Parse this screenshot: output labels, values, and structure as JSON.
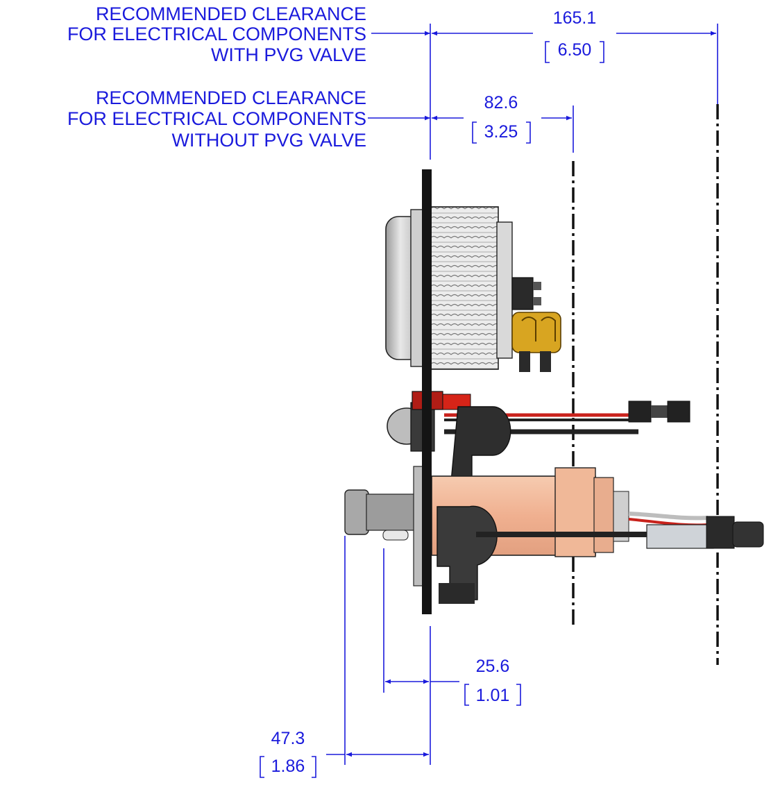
{
  "colors": {
    "dimension": "#1a1adc",
    "outline": "#111111",
    "body_gray": "#d6d6d6",
    "connector_yellow": "#d8a521",
    "valve_body": "#f0b898",
    "wire_red": "#c8221c",
    "accent_red": "#d62418"
  },
  "notes": {
    "with_pvg": {
      "line1": "RECOMMENDED CLEARANCE",
      "line2": "FOR ELECTRICAL COMPONENTS",
      "line3": "WITH PVG VALVE"
    },
    "without_pvg": {
      "line1": "RECOMMENDED CLEARANCE",
      "line2": "FOR ELECTRICAL COMPONENTS",
      "line3": "WITHOUT PVG VALVE"
    }
  },
  "dimensions": {
    "with_pvg": {
      "mm": "165.1",
      "inch": "6.50"
    },
    "without_pvg": {
      "mm": "82.6",
      "inch": "3.25"
    },
    "front_short": {
      "mm": "25.6",
      "inch": "1.01"
    },
    "front_long": {
      "mm": "47.3",
      "inch": "1.86"
    }
  }
}
